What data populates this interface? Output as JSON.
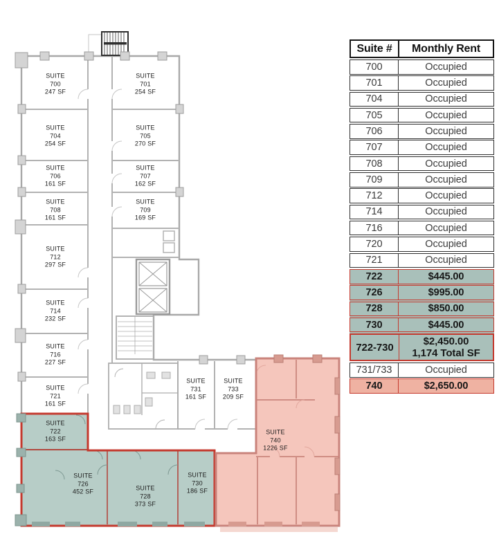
{
  "colors": {
    "teal_plan": "#b7cdc7",
    "teal_table": "#a9c0ba",
    "salmon_plan": "#f5c6bc",
    "salmon_table": "#efb2a2",
    "highlight_border_red": "#c4392e",
    "wall_gray": "#adadad"
  },
  "table": {
    "headers": {
      "suite": "Suite #",
      "rent": "Monthly Rent"
    },
    "rows": [
      {
        "suite": "700",
        "rent": "Occupied"
      },
      {
        "suite": "701",
        "rent": "Occupied"
      },
      {
        "suite": "704",
        "rent": "Occupied"
      },
      {
        "suite": "705",
        "rent": "Occupied"
      },
      {
        "suite": "706",
        "rent": "Occupied"
      },
      {
        "suite": "707",
        "rent": "Occupied"
      },
      {
        "suite": "708",
        "rent": "Occupied"
      },
      {
        "suite": "709",
        "rent": "Occupied"
      },
      {
        "suite": "712",
        "rent": "Occupied"
      },
      {
        "suite": "714",
        "rent": "Occupied"
      },
      {
        "suite": "716",
        "rent": "Occupied"
      },
      {
        "suite": "720",
        "rent": "Occupied"
      },
      {
        "suite": "721",
        "rent": "Occupied"
      },
      {
        "suite": "722",
        "rent": "$445.00"
      },
      {
        "suite": "726",
        "rent": "$995.00"
      },
      {
        "suite": "728",
        "rent": "$850.00"
      },
      {
        "suite": "730",
        "rent": "$445.00"
      },
      {
        "suite": "722-730",
        "rent": "$2,450.00",
        "rent_line2": "1,174 Total SF"
      },
      {
        "suite": "731/733",
        "rent": "Occupied"
      },
      {
        "suite": "740",
        "rent": "$2,650.00"
      }
    ]
  },
  "floorplan": {
    "suites": [
      {
        "label": "SUITE",
        "number": "700",
        "area": "247 SF",
        "status": "occupied"
      },
      {
        "label": "SUITE",
        "number": "701",
        "area": "254 SF",
        "status": "occupied"
      },
      {
        "label": "SUITE",
        "number": "704",
        "area": "254 SF",
        "status": "occupied"
      },
      {
        "label": "SUITE",
        "number": "705",
        "area": "270 SF",
        "status": "occupied"
      },
      {
        "label": "SUITE",
        "number": "706",
        "area": "161 SF",
        "status": "occupied"
      },
      {
        "label": "SUITE",
        "number": "707",
        "area": "162 SF",
        "status": "occupied"
      },
      {
        "label": "SUITE",
        "number": "708",
        "area": "161 SF",
        "status": "occupied"
      },
      {
        "label": "SUITE",
        "number": "709",
        "area": "169 SF",
        "status": "occupied"
      },
      {
        "label": "SUITE",
        "number": "712",
        "area": "297 SF",
        "status": "occupied"
      },
      {
        "label": "SUITE",
        "number": "714",
        "area": "232 SF",
        "status": "occupied"
      },
      {
        "label": "SUITE",
        "number": "716",
        "area": "227 SF",
        "status": "occupied"
      },
      {
        "label": "SUITE",
        "number": "721",
        "area": "161 SF",
        "status": "occupied"
      },
      {
        "label": "SUITE",
        "number": "722",
        "area": "163 SF",
        "status": "available-teal"
      },
      {
        "label": "SUITE",
        "number": "726",
        "area": "452 SF",
        "status": "available-teal"
      },
      {
        "label": "SUITE",
        "number": "728",
        "area": "373 SF",
        "status": "available-teal"
      },
      {
        "label": "SUITE",
        "number": "730",
        "area": "186 SF",
        "status": "available-teal"
      },
      {
        "label": "SUITE",
        "number": "731",
        "area": "161 SF",
        "status": "occupied"
      },
      {
        "label": "SUITE",
        "number": "733",
        "area": "209 SF",
        "status": "occupied"
      },
      {
        "label": "SUITE",
        "number": "740",
        "area": "1226 SF",
        "status": "available-salmon"
      }
    ]
  }
}
